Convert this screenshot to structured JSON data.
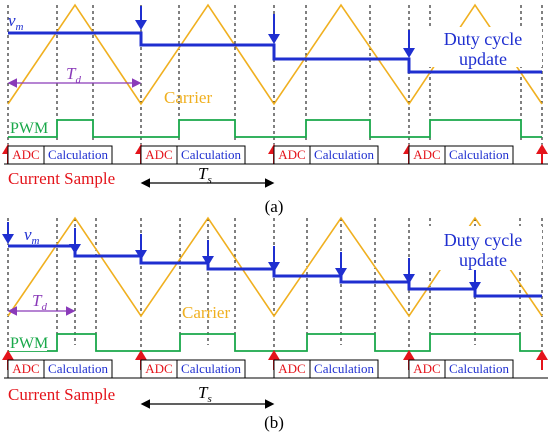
{
  "colors": {
    "carrier": "#f0b020",
    "vm": "#1f2fd0",
    "pwm": "#19a84a",
    "arrow_blue": "#1f2fd0",
    "arrow_red": "#e4141b",
    "adc_text": "#e4141b",
    "calc_text": "#1f2fd0",
    "label_purple": "#8a3ab9",
    "dash": "#000000"
  },
  "panel_a": {
    "vm_label": "v",
    "vm_sub": "m",
    "td_label": "T",
    "td_sub": "d",
    "carrier_label": "Carrier",
    "pwm_label": "PWM",
    "duty_label_line1": "Duty cycle",
    "duty_label_line2": "update",
    "ts_label": "T",
    "ts_sub": "s",
    "current_sample_label": "Current Sample",
    "caption": "(a)",
    "boxes": [
      {
        "adc": "ADC",
        "calc": "Calculation"
      },
      {
        "adc": "ADC",
        "calc": "Calculation"
      },
      {
        "adc": "ADC",
        "calc": "Calculation"
      },
      {
        "adc": "ADC",
        "calc": "Calculation"
      }
    ]
  },
  "panel_b": {
    "vm_label": "v",
    "vm_sub": "m",
    "td_label": "T",
    "td_sub": "d",
    "carrier_label": "Carrier",
    "pwm_label": "PWM",
    "duty_label_line1": "Duty cycle",
    "duty_label_line2": "update",
    "ts_label": "T",
    "ts_sub": "s",
    "current_sample_label": "Current Sample",
    "caption": "(b)",
    "boxes": [
      {
        "adc": "ADC",
        "calc": "Calculation"
      },
      {
        "adc": "ADC",
        "calc": "Calculation"
      },
      {
        "adc": "ADC",
        "calc": "Calculation"
      },
      {
        "adc": "ADC",
        "calc": "Calculation"
      }
    ]
  }
}
